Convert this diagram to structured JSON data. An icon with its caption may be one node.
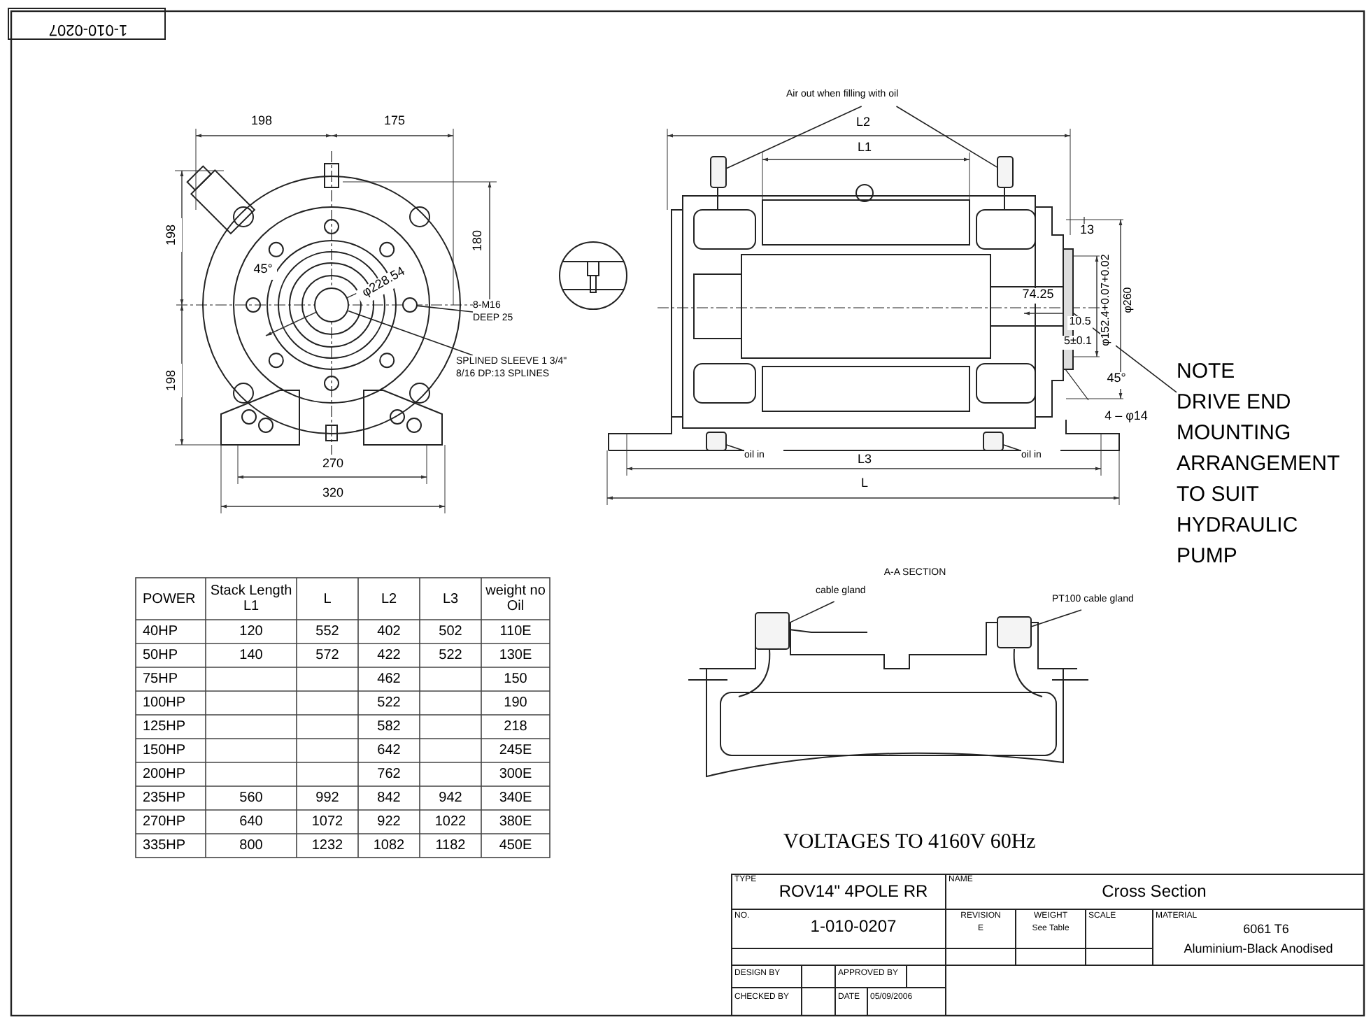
{
  "diagram": {
    "nodes": [
      {
        "text": [
          "Air out when filling with oil"
        ]
      },
      {
        "text": [],
        "shape": "box"
      },
      {
        "text": [],
        "shape": "box"
      },
      {
        "text": [
          "8-M16 DEEP 25"
        ]
      },
      {
        "text": [],
        "shape": "circle"
      },
      {
        "text": [
          "SPLINED SLEEVE 1 3/4\" 8/16 DP:13 SPLINES"
        ]
      },
      {
        "text": [],
        "shape": "circle"
      },
      {
        "text": [
          "NOTE",
          "DRIVE END MOUNTING ARRANGEMENT TO SUIT HYDRAULIC PUMP"
        ]
      },
      {
        "text": [],
        "shape": "bar"
      },
      {
        "text": [
          "oil in"
        ]
      },
      {
        "text": [],
        "shape": "box"
      },
      {
        "text": [
          "oil in"
        ]
      },
      {
        "text": [],
        "shape": "box"
      },
      {
        "text": [
          "cable gland"
        ]
      },
      {
        "text": [],
        "shape": "box"
      },
      {
        "text": [
          "PT100 cable gland"
        ]
      },
      {
        "text": [],
        "shape": "box"
      }
    ],
    "edges": [
      {
        "from": 0,
        "to": 1,
        "arrow": "none"
      },
      {
        "from": 0,
        "to": 2,
        "arrow": "none"
      },
      {
        "from": 3,
        "to": 6,
        "arrow": "none"
      },
      {
        "from": 5,
        "to": 4,
        "arrow": "none"
      },
      {
        "from": 7,
        "to": 8,
        "arrow": "none"
      },
      {
        "from": 9,
        "to": 10,
        "arrow": "none"
      },
      {
        "from": 11,
        "to": 12,
        "arrow": "none"
      },
      {
        "from": 13,
        "to": 14,
        "arrow": "none"
      },
      {
        "from": 15,
        "to": 16,
        "arrow": "none"
      }
    ],
    "labels": [
      "1-010-0207",
      "198",
      "175",
      "L2",
      "L1",
      "198",
      "180",
      "45°",
      "φ228.54",
      "13",
      "74.25",
      "φ152.4+0.07+0.02",
      "φ260",
      "10.5",
      "5±0.1",
      "198",
      "45°",
      "4 – φ14",
      "270",
      "L3",
      "L",
      "320",
      "A-A SECTION",
      "POWER",
      "Stack Length L1",
      "L",
      "L2",
      "L3",
      "weight no Oil",
      "40HP",
      "120",
      "552",
      "402",
      "502",
      "110E",
      "50HP",
      "140",
      "572",
      "422",
      "522",
      "130E",
      "75HP",
      "462",
      "150",
      "100HP",
      "522",
      "190",
      "125HP",
      "582",
      "218",
      "150HP",
      "642",
      "245E",
      "200HP",
      "762",
      "300E",
      "235HP",
      "560",
      "992",
      "842",
      "942",
      "340E",
      "270HP",
      "640",
      "1072",
      "922",
      "1022",
      "380E",
      "335HP",
      "800",
      "1232",
      "1082",
      "1182",
      "450E",
      "VOLTAGES TO 4160V 60Hz",
      "TYPE",
      "ROV14\" 4POLE RR",
      "NAME",
      "Cross Section",
      "NO.",
      "1-010-0207",
      "REVISION",
      "E",
      "WEIGHT",
      "See Table",
      "SCALE",
      "MATERIAL",
      "6061 T6",
      "Aluminium-Black Anodised",
      "DESIGN BY",
      "APPROVED BY",
      "CHECKED BY",
      "DATE",
      "05/09/2006"
    ]
  }
}
